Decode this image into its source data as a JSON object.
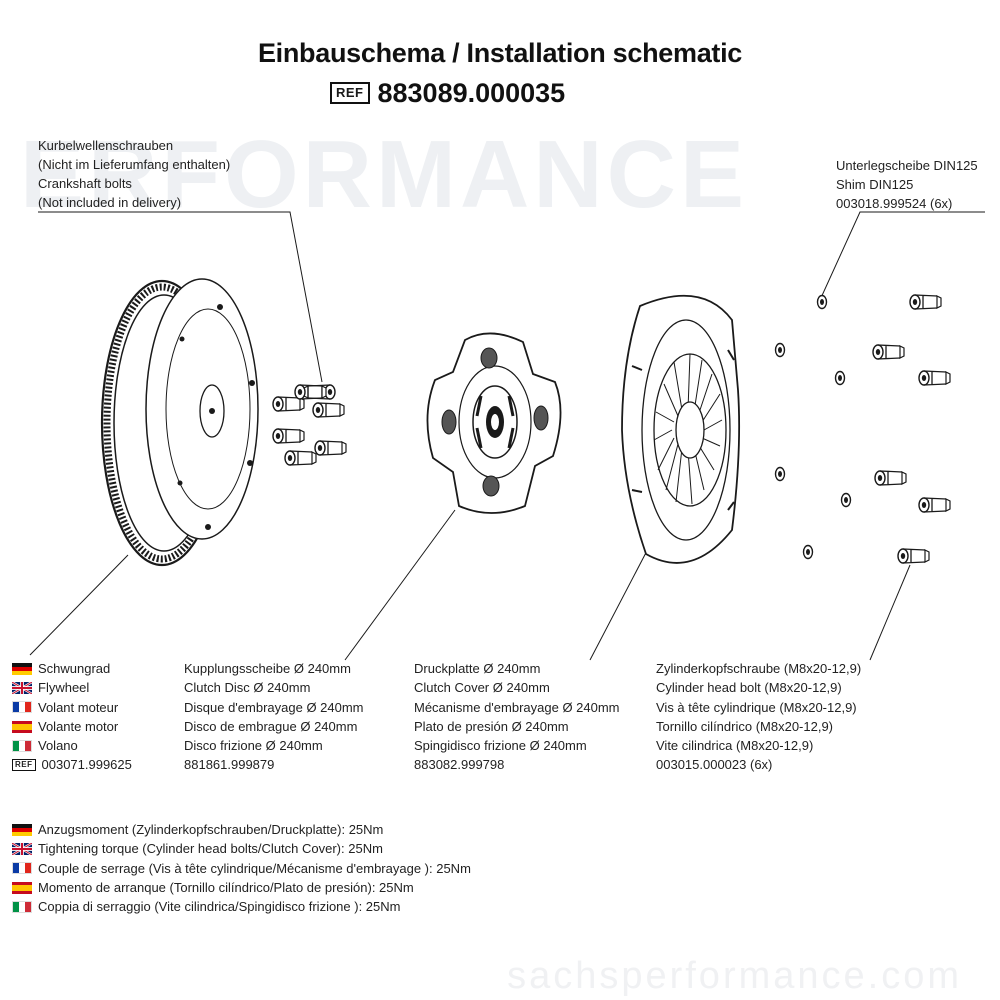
{
  "header": {
    "title": "Einbauschema / Installation schematic",
    "ref_badge": "REF",
    "ref_number": "883089.000035"
  },
  "watermark": {
    "wordmark": "ERFORMANCE",
    "footer": "sachsperformance.com"
  },
  "callouts": {
    "crankshaft_bolts": [
      "Kurbelwellenschrauben",
      "(Nicht im Lieferumfang enthalten)",
      "Crankshaft bolts",
      "(Not included in delivery)"
    ],
    "shim": [
      "Unterlegscheibe DIN125",
      "Shim DIN125",
      "003018.999524 (6x)"
    ]
  },
  "parts": {
    "flywheel": {
      "de": "Schwungrad",
      "en": "Flywheel",
      "fr": "Volant moteur",
      "es": "Volante motor",
      "it": "Volano",
      "ref": "003071.999625"
    },
    "clutch_disc": {
      "de": "Kupplungsscheibe Ø 240mm",
      "en": "Clutch Disc Ø 240mm",
      "fr": "Disque d'embrayage Ø 240mm",
      "es": "Disco de embrague Ø 240mm",
      "it": "Disco frizione Ø 240mm",
      "ref": "881861.999879"
    },
    "pressure_plate": {
      "de": "Druckplatte Ø 240mm",
      "en": "Clutch Cover Ø 240mm",
      "fr": "Mécanisme d'embrayage Ø 240mm",
      "es": "Plato de presión Ø 240mm",
      "it": "Spingidisco frizione Ø 240mm",
      "ref": "883082.999798"
    },
    "head_bolt": {
      "de": "Zylinderkopfschraube (M8x20-12,9)",
      "en": "Cylinder head bolt (M8x20-12,9)",
      "fr": "Vis à tête cylindrique (M8x20-12,9)",
      "es": "Tornillo cilíndrico (M8x20-12,9)",
      "it": "Vite cilindrica (M8x20-12,9)",
      "ref": "003015.000023 (6x)"
    }
  },
  "torque": {
    "de": "Anzugsmoment (Zylinderkopfschrauben/Druckplatte):  25Nm",
    "en": "Tightening torque  (Cylinder head bolts/Clutch Cover): 25Nm",
    "fr": "Couple de serrage (Vis à tête cylindrique/Mécanisme d'embrayage ): 25Nm",
    "es": "Momento de arranque  (Tornillo cilíndrico/Plato de presión): 25Nm",
    "it": "Coppia di serraggio (Vite cilindrica/Spingidisco frizione ): 25Nm"
  },
  "ref_badge_small": "REF",
  "colors": {
    "line": "#1a1a1a",
    "watermark": "#eef0f3"
  }
}
